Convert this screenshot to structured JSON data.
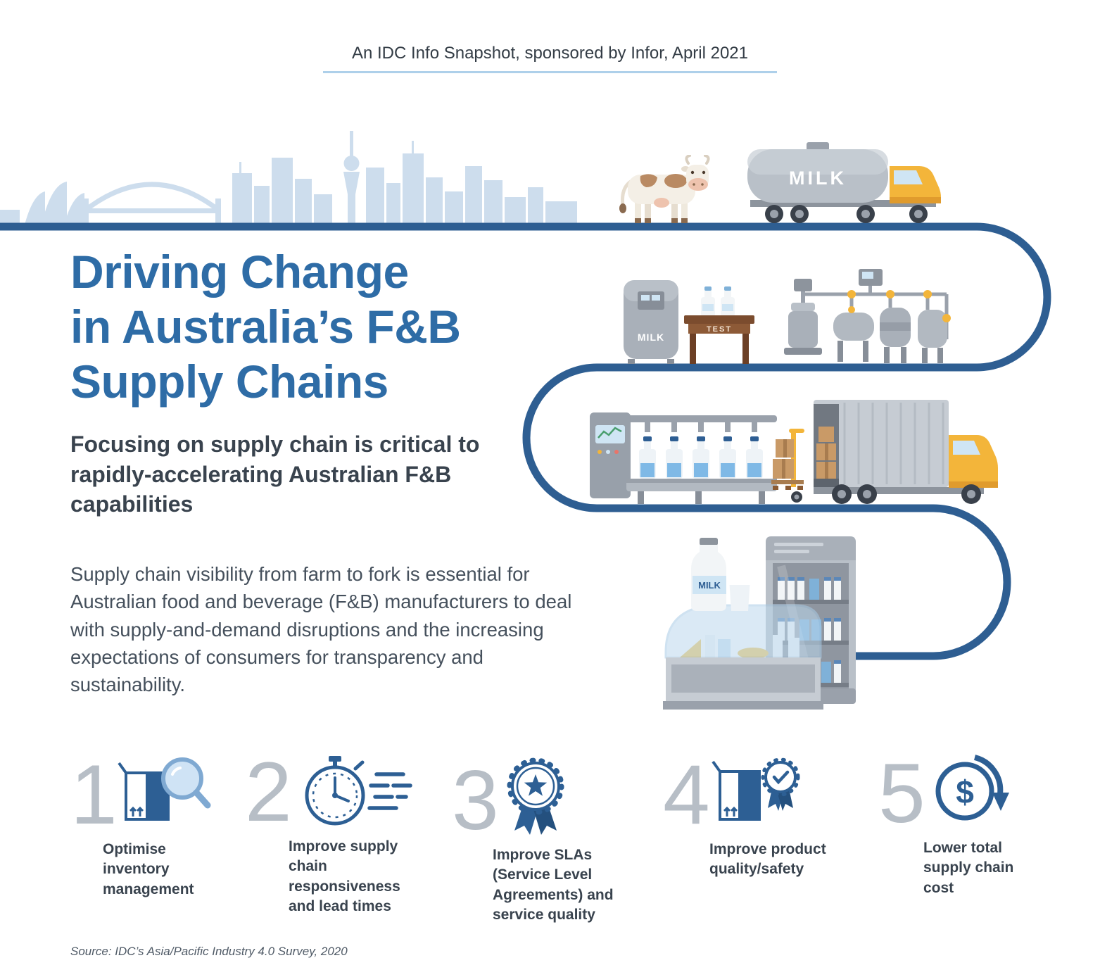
{
  "header": {
    "text": "An IDC Info Snapshot, sponsored by Infor, April 2021"
  },
  "intro": {
    "title_lines": [
      "Driving Change",
      "in Australia’s F&B",
      "Supply Chains"
    ],
    "subtitle": "Focusing on supply chain is critical to rapidly-accelerating Australian F&B capabilities",
    "body": "Supply chain visibility from farm to fork is essential for Australian food and beverage (F&B) manufacturers to deal with supply-and-demand disruptions and the increasing expectations of consumers for transparency and sustainability."
  },
  "illustrations": {
    "tanker_label": "MILK",
    "vat_label": "MILK",
    "table_label": "TEST",
    "bottle_label": "MILK",
    "dollar_symbol": "$"
  },
  "benefits": [
    {
      "number": "1",
      "icon": "inventory-magnifier-icon",
      "label": "Optimise inventory management"
    },
    {
      "number": "2",
      "icon": "stopwatch-speed-icon",
      "label": "Improve supply chain responsiveness and lead times"
    },
    {
      "number": "3",
      "icon": "award-ribbon-icon",
      "label": "Improve SLAs (Service Level Agreements) and service quality"
    },
    {
      "number": "4",
      "icon": "quality-badge-icon",
      "label": "Improve product quality/safety"
    },
    {
      "number": "5",
      "icon": "lower-cost-icon",
      "label": "Lower total supply chain cost"
    }
  ],
  "source": "Source: IDC’s Asia/Pacific Industry 4.0 Survey, 2020",
  "colors": {
    "title_blue": "#2e6ca6",
    "road_blue": "#2e5e92",
    "skyline_blue": "#cddded",
    "icon_blue": "#2d5f94",
    "number_gray": "#b7bec6",
    "text_dark": "#39434e",
    "truck_yellow": "#f3b53a"
  }
}
